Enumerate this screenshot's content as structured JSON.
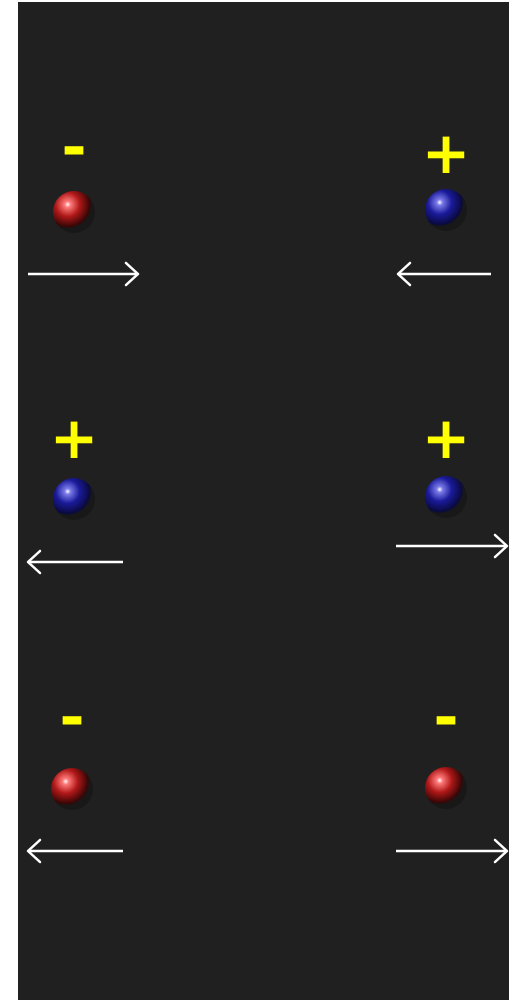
{
  "colors": {
    "background": "#202020",
    "page": "#ffffff",
    "sign": "#ffff00",
    "arrow": "#ffffff",
    "negative_charge": "#b01818",
    "positive_charge": "#1a1a9a"
  },
  "charges": [
    {
      "sign": "-",
      "type": "negative",
      "color_name": "red-sphere",
      "force_direction": "right"
    },
    {
      "sign": "+",
      "type": "positive",
      "color_name": "blue-sphere",
      "force_direction": "left"
    },
    {
      "sign": "+",
      "type": "positive",
      "color_name": "blue-sphere",
      "force_direction": "left"
    },
    {
      "sign": "+",
      "type": "positive",
      "color_name": "blue-sphere",
      "force_direction": "right"
    },
    {
      "sign": "-",
      "type": "negative",
      "color_name": "red-sphere",
      "force_direction": "left"
    },
    {
      "sign": "-",
      "type": "negative",
      "color_name": "red-sphere",
      "force_direction": "right"
    }
  ]
}
